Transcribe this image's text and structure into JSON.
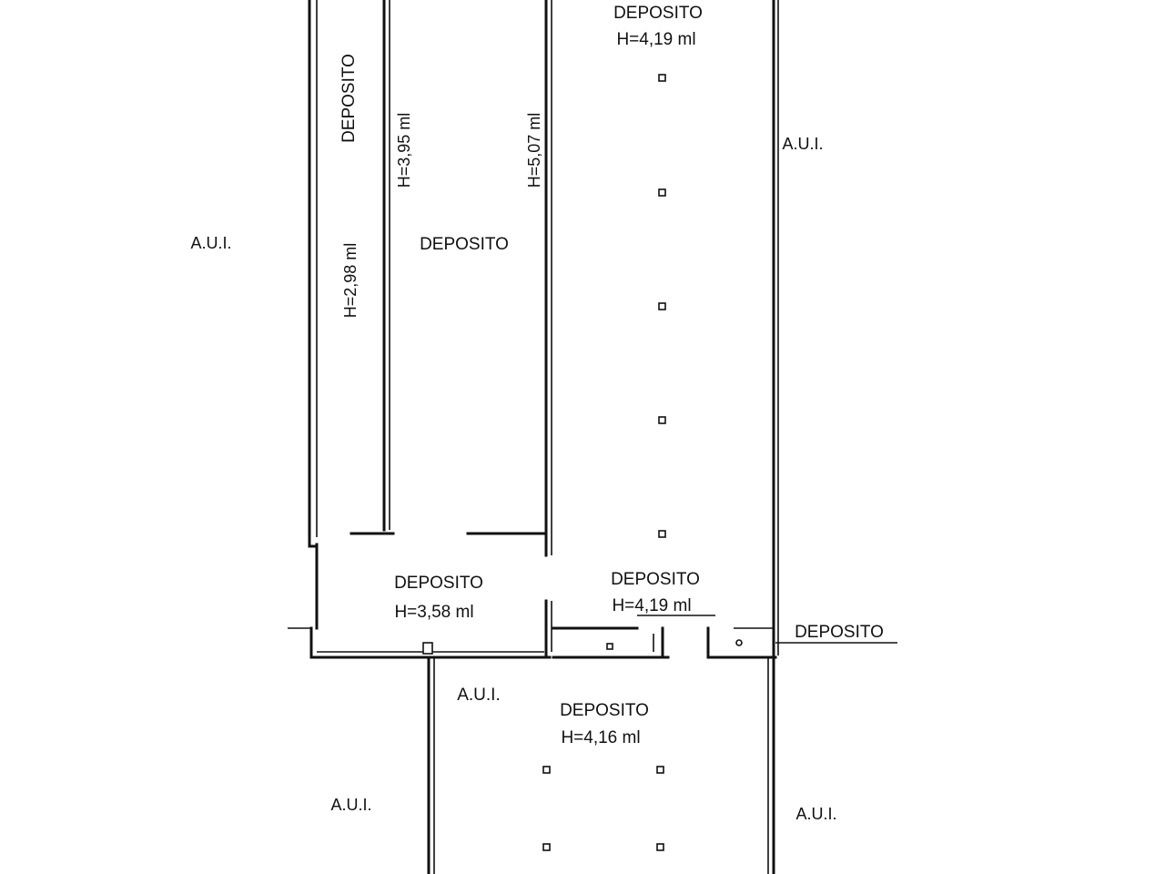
{
  "rooms": {
    "top_right": {
      "name": "DEPOSITO",
      "height": "H=4,19 ml"
    },
    "narrow_left": {
      "name": "DEPOSITO",
      "height_a": "H=2,98 ml",
      "height_b": "H=3,95 ml"
    },
    "middle": {
      "name": "DEPOSITO",
      "height": "H=5,07 ml"
    },
    "lower_left": {
      "name": "DEPOSITO",
      "height": "H=3,58 ml"
    },
    "lower_mid": {
      "name": "DEPOSITO",
      "height": "H=4,19 ml"
    },
    "corridor_right": {
      "name": "DEPOSITO"
    },
    "bottom": {
      "name": "DEPOSITO",
      "height": "H=4,16 ml"
    }
  },
  "neighbors": {
    "left": "A.U.I.",
    "right_top": "A.U.I.",
    "center": "A.U.I.",
    "bottom_left": "A.U.I.",
    "bottom_right": "A.U.I."
  }
}
